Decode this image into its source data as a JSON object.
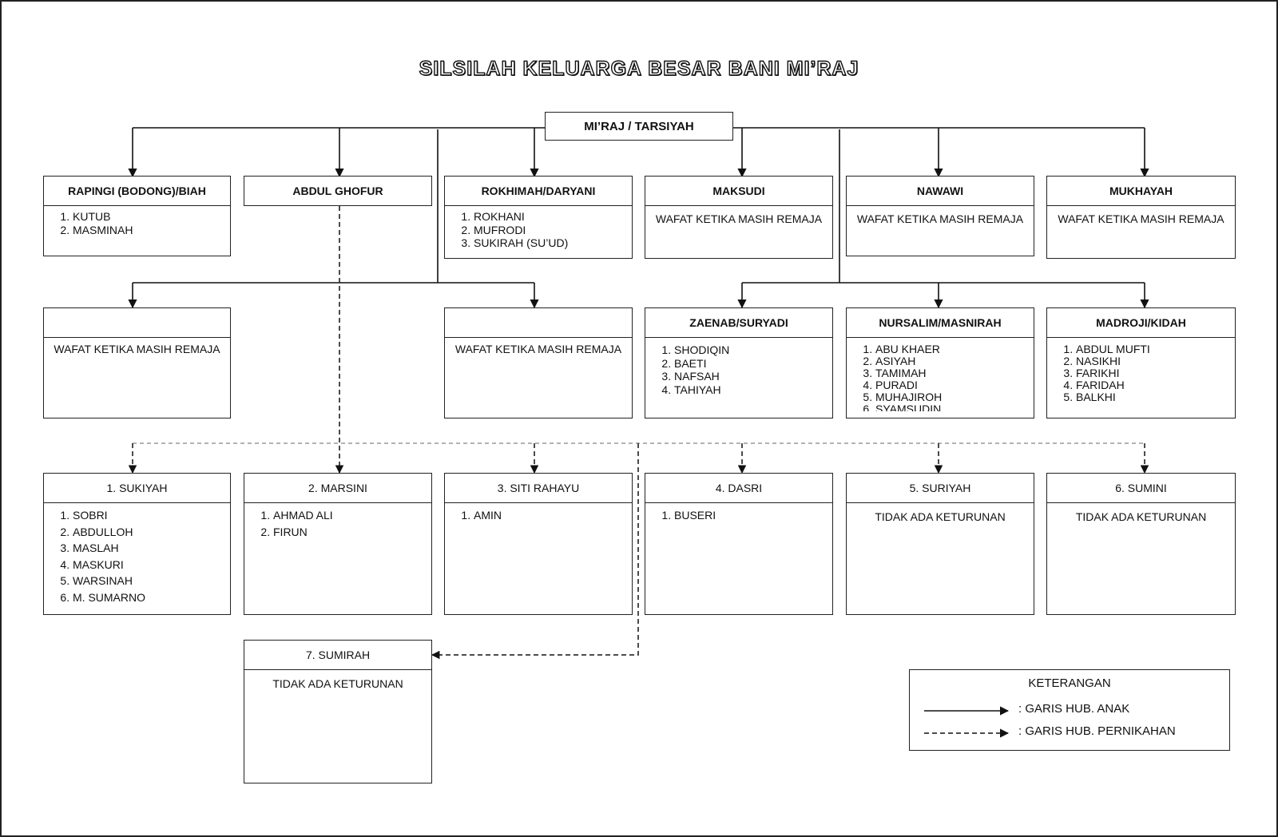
{
  "title": "SILSILAH KELUARGA BESAR BANI MI’RAJ",
  "root": {
    "label": "MI’RAJ / TARSIYAH"
  },
  "row1": [
    {
      "name": "RAPINGI (BODONG)/BIAH",
      "children": [
        "KUTUB",
        "MASMINAH"
      ]
    },
    {
      "name": "ABDUL GHOFUR"
    },
    {
      "name": "ROKHIMAH/DARYANI",
      "children": [
        "ROKHANI",
        "MUFRODI",
        "SUKIRAH (SU’UD)"
      ]
    },
    {
      "name": "MAKSUDI",
      "note": "WAFAT KETIKA MASIH REMAJA"
    },
    {
      "name": "NAWAWI",
      "note": "WAFAT KETIKA MASIH REMAJA"
    },
    {
      "name": "MUKHAYAH",
      "note": "WAFAT KETIKA MASIH REMAJA"
    }
  ],
  "row2": [
    {
      "name": "",
      "note": "WAFAT KETIKA MASIH REMAJA"
    },
    {
      "name": "",
      "note": "WAFAT KETIKA MASIH REMAJA"
    },
    {
      "name": "ZAENAB/SURYADI",
      "children": [
        "SHODIQIN",
        "BAETI",
        "NAFSAH",
        "TAHIYAH"
      ]
    },
    {
      "name": "NURSALIM/MASNIRAH",
      "children": [
        "ABU KHAER",
        "ASIYAH",
        "TAMIMAH",
        "PURADI",
        "MUHAJIROH",
        "SYAMSUDIN"
      ]
    },
    {
      "name": "MADROJI/KIDAH",
      "children": [
        "ABDUL MUFTI",
        "NASIKHI",
        "FARIKHI",
        "FARIDAH",
        "BALKHI"
      ]
    }
  ],
  "row3": [
    {
      "name": "1.  SUKIYAH",
      "children": [
        "SOBRI",
        "ABDULLOH",
        "MASLAH",
        "MASKURI",
        "WARSINAH",
        "M. SUMARNO"
      ]
    },
    {
      "name": "2.  MARSINI",
      "children": [
        "AHMAD ALI",
        "FIRUN"
      ]
    },
    {
      "name": "3.  SITI RAHAYU",
      "children": [
        "AMIN"
      ]
    },
    {
      "name": "4.  DASRI",
      "children": [
        "BUSERI"
      ]
    },
    {
      "name": "5.  SURIYAH",
      "note": "TIDAK ADA KETURUNAN"
    },
    {
      "name": "6.  SUMINI",
      "note": "TIDAK ADA KETURUNAN"
    }
  ],
  "row4": [
    {
      "name": "7.  SUMIRAH",
      "note": "TIDAK ADA KETURUNAN"
    }
  ],
  "legend": {
    "title": "KETERANGAN",
    "solid_label": ": GARIS HUB. ANAK",
    "dashed_label": ": GARIS HUB. PERNIKAHAN"
  }
}
